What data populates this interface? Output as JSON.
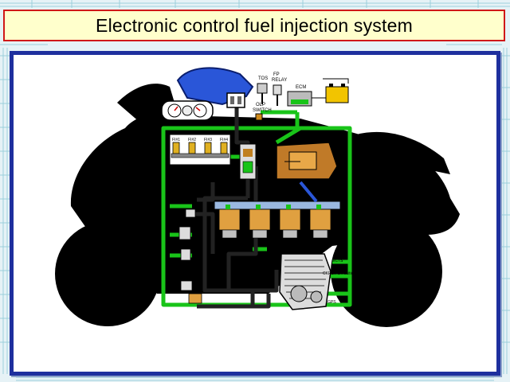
{
  "slide": {
    "title": "Electronic control fuel injection system"
  },
  "labels": {
    "tos": "TOS",
    "fp": "FP",
    "relay": "RELAY",
    "ecm": "ECM",
    "ecm_sub": "ECM",
    "olp": "OLP",
    "switch": "SWITCH",
    "fi1": "FI#1",
    "fi2": "FI#2",
    "fi3": "FI#3",
    "fi4": "FI#4",
    "ects": "ECTS",
    "ckps": "CKPS/PC Position",
    "gps": "GPS"
  },
  "colors": {
    "frame_border": "#1e2f9e",
    "title_border": "#d01818",
    "title_fill": "#ffffcc",
    "harness": "#19c419",
    "tank": "#2a56d8",
    "silhouette": "#000000"
  }
}
